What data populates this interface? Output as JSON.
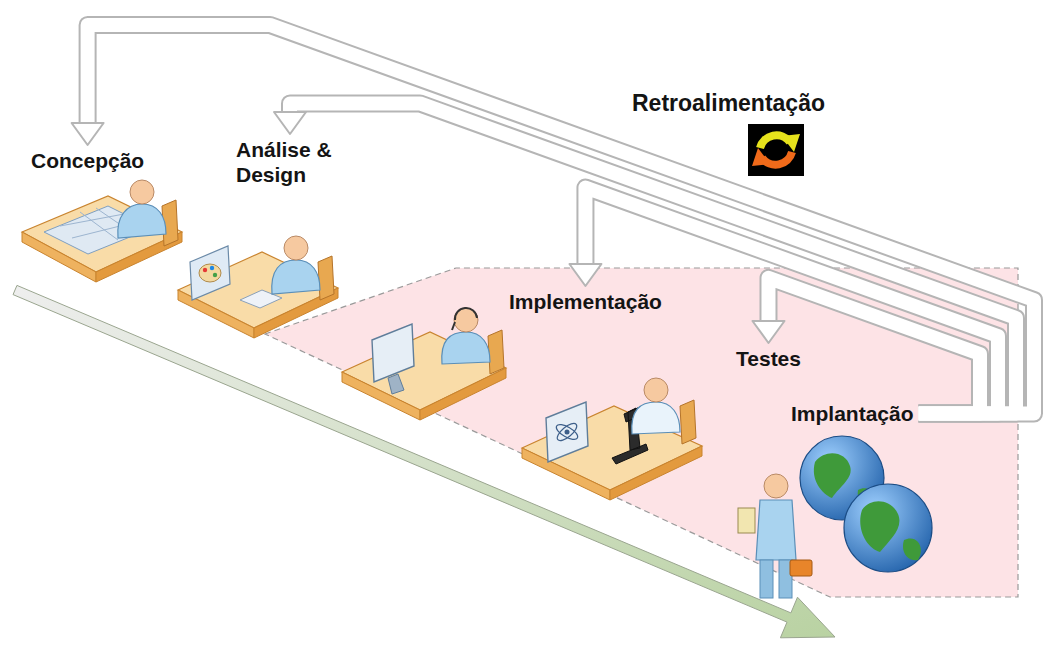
{
  "diagram": {
    "nodes": [
      {
        "text": [
          "Concepção"
        ]
      },
      {
        "text": [
          "Análise & Design"
        ]
      },
      {
        "text": [
          "Implementação"
        ]
      },
      {
        "text": [
          "Testes"
        ]
      },
      {
        "text": [
          "Implantação"
        ]
      }
    ],
    "edges": [
      {
        "from": 4,
        "to": 0,
        "arrow": "to"
      },
      {
        "from": 4,
        "to": 1,
        "arrow": "to"
      },
      {
        "from": 4,
        "to": 2,
        "arrow": "to"
      },
      {
        "from": 4,
        "to": 3,
        "arrow": "to"
      }
    ],
    "labels": [
      "Retroalimentação"
    ]
  }
}
